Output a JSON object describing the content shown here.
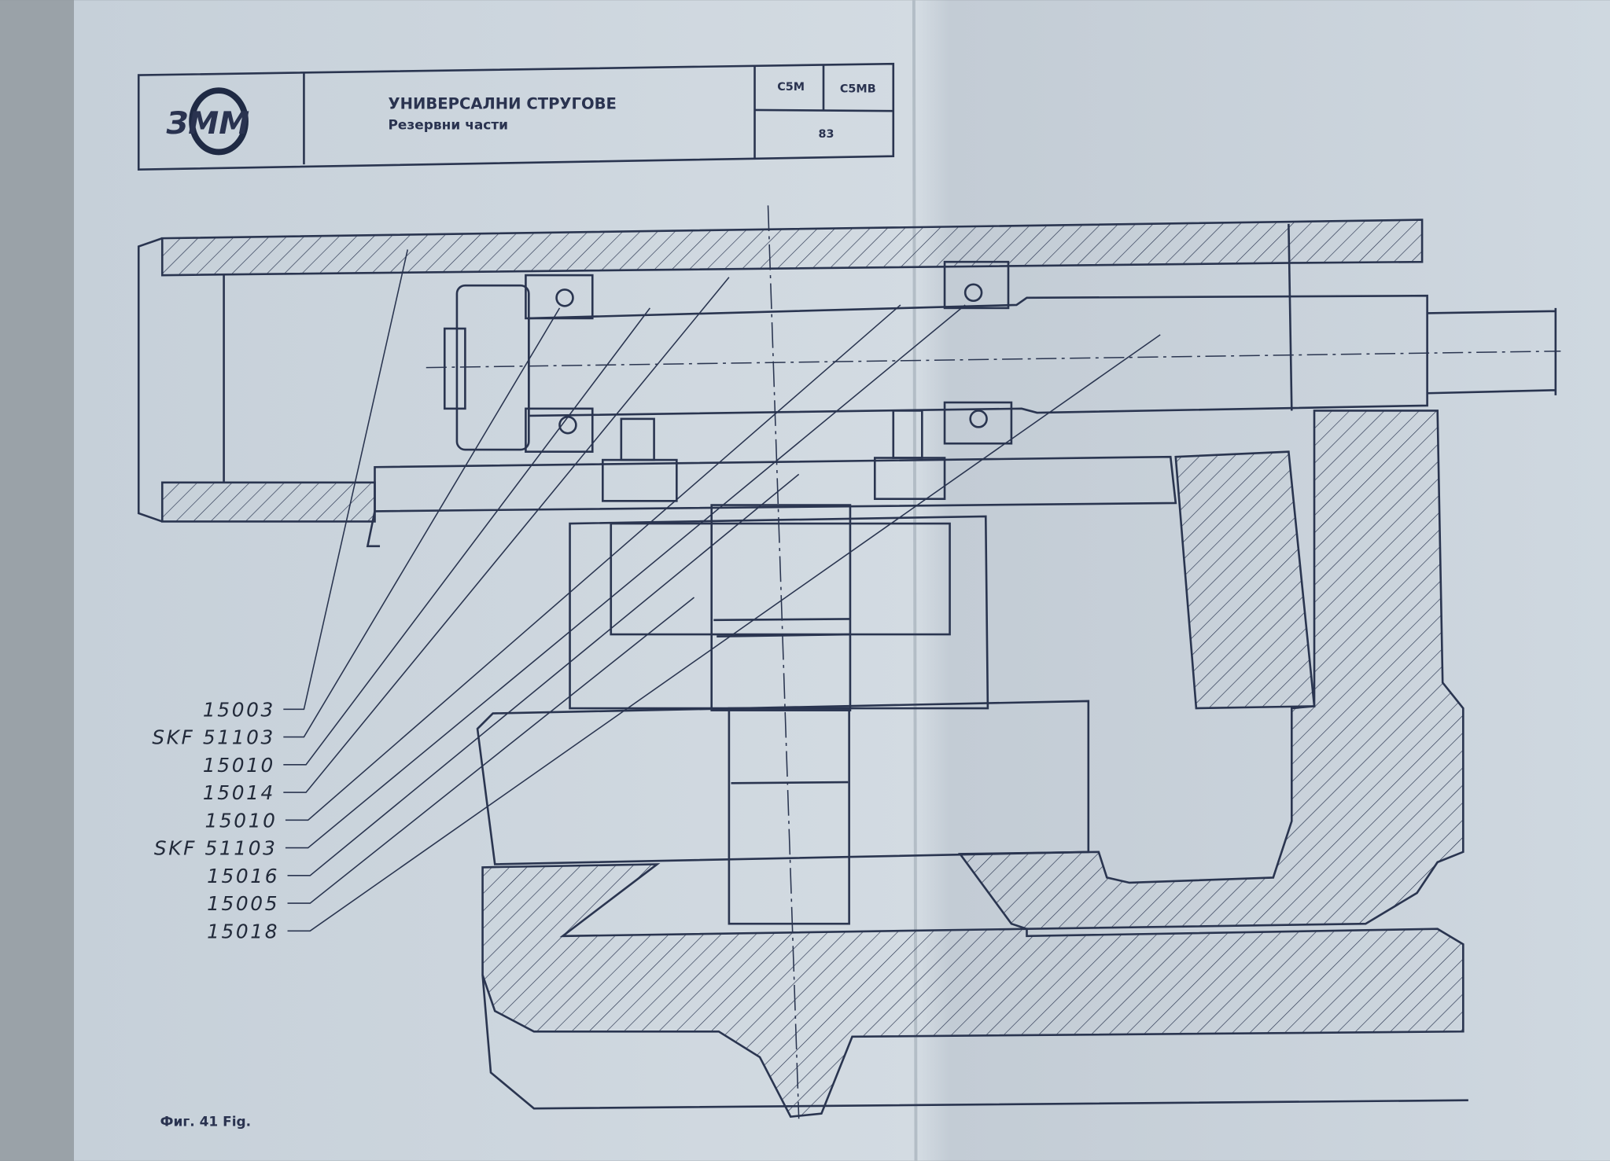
{
  "header": {
    "logo_text": "ЗММ",
    "title": "УНИВЕРСАЛНИ   СТРУГОВЕ",
    "subtitle": "Резервни части",
    "model_1": "C5M",
    "model_2": "C5MB",
    "page_number": "83"
  },
  "callouts": [
    {
      "label": "15003"
    },
    {
      "label": "SKF 51103"
    },
    {
      "label": "15010"
    },
    {
      "label": "15014"
    },
    {
      "label": "15010"
    },
    {
      "label": "SKF 51103"
    },
    {
      "label": "15016"
    },
    {
      "label": "15005"
    },
    {
      "label": "15018"
    }
  ],
  "footer": {
    "caption": "Фиг. 41  Fig."
  },
  "colors": {
    "paper": "#cdd6de",
    "ink": "#2a3550"
  }
}
